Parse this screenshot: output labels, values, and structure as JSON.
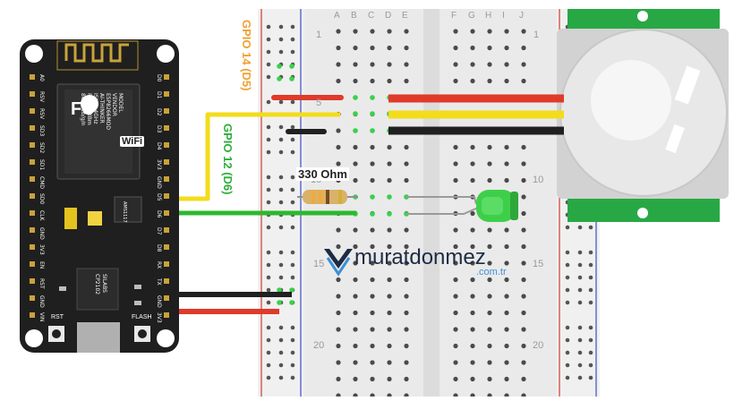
{
  "labels": {
    "gpio14": "GPIO 14 (D5)",
    "gpio12": "GPIO 12 (D6)",
    "resistor": "330 Ohm",
    "brand": "muratdonmez",
    "brand_domain": ".com.tr"
  },
  "breadboard": {
    "col_letters_left": [
      "A",
      "B",
      "C",
      "D",
      "E"
    ],
    "col_letters_right": [
      "F",
      "G",
      "H",
      "I",
      "J"
    ],
    "row_numbers": [
      "1",
      "5",
      "10",
      "15",
      "20"
    ]
  },
  "nodemcu": {
    "pins_left": [
      "D0",
      "D1",
      "D2",
      "D3",
      "D4",
      "3V3",
      "GND",
      "D5",
      "D6",
      "D7",
      "D8",
      "RX",
      "TX",
      "GND",
      "3V3"
    ],
    "pins_right": [
      "A0",
      "RSV",
      "RSV",
      "SD3",
      "SD2",
      "SD1",
      "CMD",
      "SD0",
      "CLK",
      "GND",
      "3V3",
      "EN",
      "RST",
      "GND",
      "VIN"
    ],
    "module_text": [
      "MODEL",
      "VENDOR",
      "ESP8266MOD",
      "AI-THINKER",
      "ISM 2.4GHz",
      "PA +25dBm",
      "802.11b/g/n"
    ],
    "chip_text": [
      "SILABS",
      "CP2102"
    ],
    "reg_text": "AMS1117",
    "buttons": [
      "RST",
      "FLASH"
    ],
    "fcc": "FC",
    "wifi": "WiFi"
  },
  "colors": {
    "board": "#1f1f1f",
    "breadboard": "#eaeaea",
    "rail_red": "#d33a2f",
    "rail_blue": "#3a4fc4",
    "wire_red": "#e03a2a",
    "wire_yellow": "#f2dc1c",
    "wire_black": "#202020",
    "wire_green": "#2db82d",
    "pir_green": "#27a844",
    "led_green": "#3ecf4a",
    "gpio14_label": "#f0a030",
    "gpio12_label": "#2fae3a"
  }
}
